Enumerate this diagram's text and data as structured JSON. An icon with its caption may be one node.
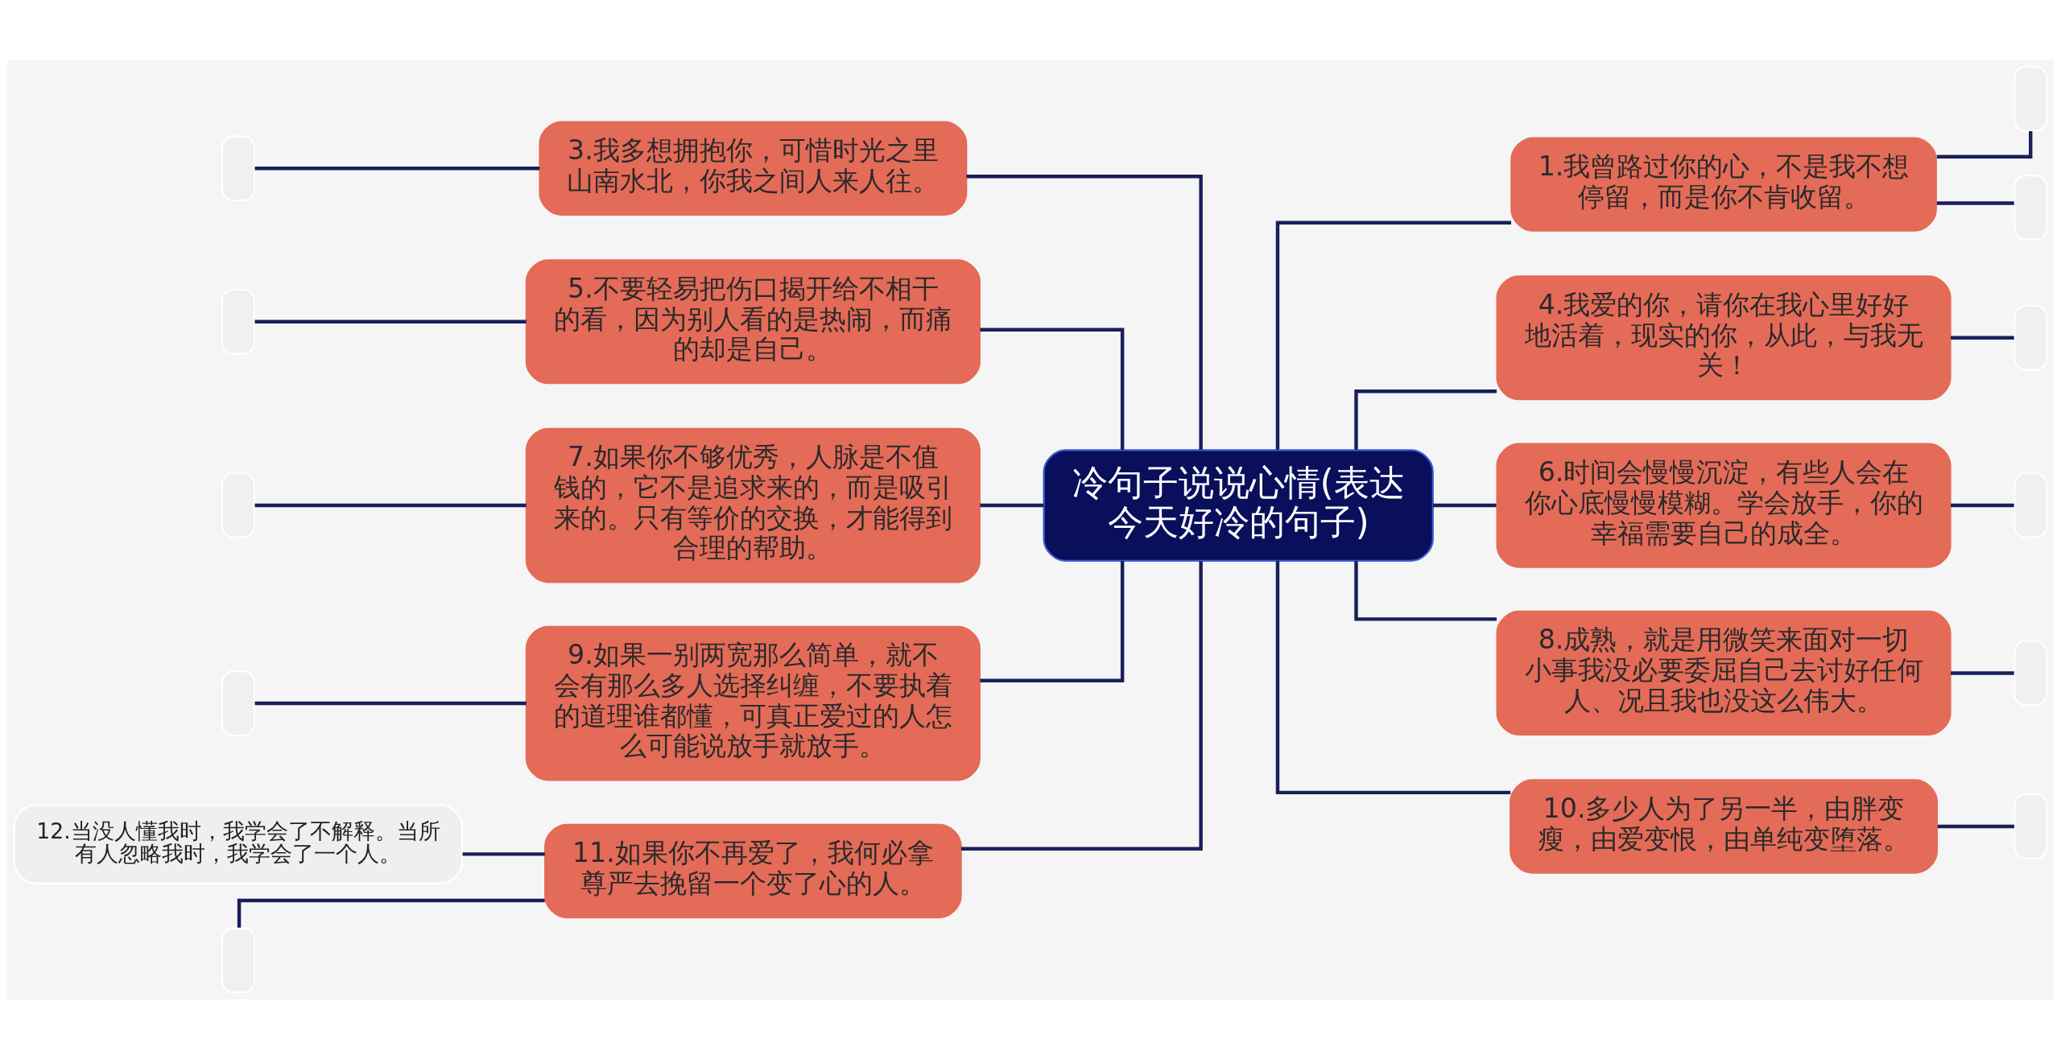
{
  "diagram": {
    "nodes": [
      {
        "text": [
          "冷句子说说心情(表达今天好冷的句子)"
        ]
      },
      {
        "text": [
          "3.我多想拥抱你，可惜时光之里山南水北，你我之间人来人往。"
        ]
      },
      {
        "text": [],
        "shape": "box"
      },
      {
        "text": [
          "5.不要轻易把伤口揭开给不相干的看，因为别人看的是热闹，而痛的却是自己。"
        ]
      },
      {
        "text": [],
        "shape": "box"
      },
      {
        "text": [
          "7.如果你不够优秀，人脉是不值钱的，它不是追求来的，而是吸引来的。只有等价的交换，才能得到合理的帮助。"
        ]
      },
      {
        "text": [],
        "shape": "box"
      },
      {
        "text": [
          "9.如果一别两宽那么简单，就不会有那么多人选择纠缠，不要执着的道理谁都懂，可真正爱过的人怎么可能说放手就放手。"
        ]
      },
      {
        "text": [],
        "shape": "box"
      },
      {
        "text": [
          "11.如果你不再爱了，我何必拿尊严去挽留一个变了心的人。"
        ]
      },
      {
        "text": [
          "12.当没人懂我时，我学会了不解释。当所有人忽略我时，我学会了一个人。"
        ]
      },
      {
        "text": [],
        "shape": "box"
      },
      {
        "text": [
          "1.我曾路过你的心，不是我不想停留，而是你不肯收留。"
        ]
      },
      {
        "text": [],
        "shape": "box"
      },
      {
        "text": [],
        "shape": "box"
      },
      {
        "text": [
          "4.我爱的你，请你在我心里好好地活着，现实的你，从此，与我无关！"
        ]
      },
      {
        "text": [],
        "shape": "box"
      },
      {
        "text": [
          "6.时间会慢慢沉淀，有些人会在你心底慢慢模糊。学会放手，你的幸福需要自己的成全。"
        ]
      },
      {
        "text": [],
        "shape": "box"
      },
      {
        "text": [
          "8.成熟，就是用微笑来面对一切小事我没必要委屈自己去讨好任何人、况且我也没这么伟大。"
        ]
      },
      {
        "text": [],
        "shape": "box"
      },
      {
        "text": [
          "10.多少人为了另一半，由胖变瘦，由爱变恨，由单纯变堕落。"
        ]
      },
      {
        "text": [],
        "shape": "box"
      }
    ],
    "edges": [
      {
        "from": 0,
        "to": 1,
        "arrow": "none"
      },
      {
        "from": 1,
        "to": 2,
        "arrow": "none"
      },
      {
        "from": 0,
        "to": 3,
        "arrow": "none"
      },
      {
        "from": 3,
        "to": 4,
        "arrow": "none"
      },
      {
        "from": 0,
        "to": 5,
        "arrow": "none"
      },
      {
        "from": 5,
        "to": 6,
        "arrow": "none"
      },
      {
        "from": 0,
        "to": 7,
        "arrow": "none"
      },
      {
        "from": 7,
        "to": 8,
        "arrow": "none"
      },
      {
        "from": 0,
        "to": 9,
        "arrow": "none"
      },
      {
        "from": 9,
        "to": 10,
        "arrow": "none"
      },
      {
        "from": 9,
        "to": 11,
        "arrow": "none"
      },
      {
        "from": 0,
        "to": 12,
        "arrow": "none"
      },
      {
        "from": 12,
        "to": 13,
        "arrow": "none"
      },
      {
        "from": 12,
        "to": 14,
        "arrow": "none"
      },
      {
        "from": 0,
        "to": 15,
        "arrow": "none"
      },
      {
        "from": 15,
        "to": 16,
        "arrow": "none"
      },
      {
        "from": 0,
        "to": 17,
        "arrow": "none"
      },
      {
        "from": 17,
        "to": 18,
        "arrow": "none"
      },
      {
        "from": 0,
        "to": 19,
        "arrow": "none"
      },
      {
        "from": 19,
        "to": 20,
        "arrow": "none"
      },
      {
        "from": 0,
        "to": 21,
        "arrow": "none"
      },
      {
        "from": 21,
        "to": 22,
        "arrow": "none"
      }
    ]
  }
}
